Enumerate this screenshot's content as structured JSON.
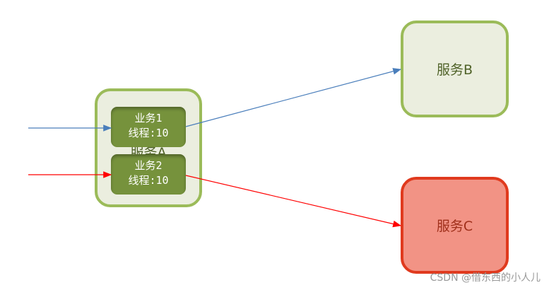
{
  "service_a": "服务A",
  "service_b": "服务B",
  "service_c": "服务C",
  "biz1": {
    "name": "业务1",
    "threads": "线程:10"
  },
  "biz2": {
    "name": "业务2",
    "threads": "线程:10"
  },
  "colors": {
    "blue": "#4a7ebb",
    "red": "#ff0000"
  },
  "watermark": "CSDN @借东西的小人儿"
}
